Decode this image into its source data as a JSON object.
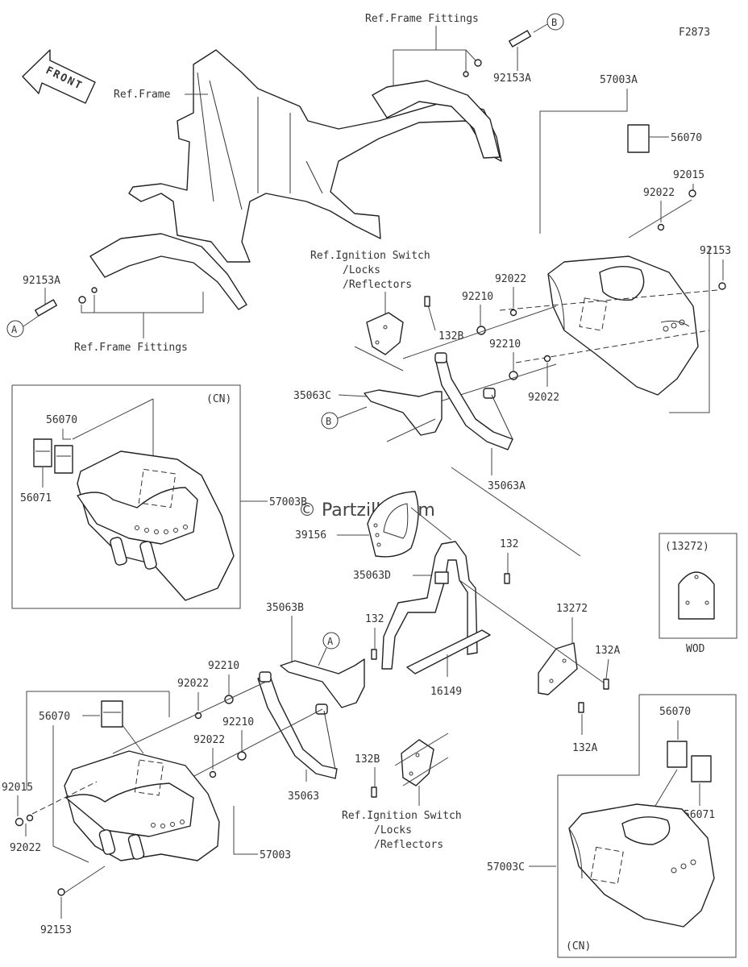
{
  "figure_id": "F2873",
  "front_label": "FRONT",
  "watermark": "© Partzilla.com",
  "ref_labels": {
    "frame_fittings_top": "Ref.Frame Fittings",
    "frame": "Ref.Frame",
    "frame_fittings_bottom": "Ref.Frame Fittings",
    "ignition_top_1": "Ref.Ignition Switch",
    "ignition_top_2": "/Locks",
    "ignition_top_3": "/Reflectors",
    "ignition_bottom_1": "Ref.Ignition Switch",
    "ignition_bottom_2": "/Locks",
    "ignition_bottom_3": "/Reflectors"
  },
  "circle_markers": {
    "a": "A",
    "b": "B"
  },
  "cn_label": "(CN)",
  "wod_box": {
    "code": "(13272)",
    "label": "WOD"
  },
  "parts": {
    "p92153A_top": "92153A",
    "p92153A_left": "92153A",
    "p57003A": "57003A",
    "p56070_top": "56070",
    "p92015_top": "92015",
    "p92022_top": "92022",
    "p92153_top": "92153",
    "p92022_mid1": "92022",
    "p92210_mid1": "92210",
    "p132B_top": "132B",
    "p92210_mid2": "92210",
    "p92022_mid2": "92022",
    "p35063C": "35063C",
    "p35063A": "35063A",
    "p56070_cn": "56070",
    "p56071_cn": "56071",
    "p57003B": "57003B",
    "p39156": "39156",
    "p35063D": "35063D",
    "p132_top": "132",
    "p13272": "13272",
    "p132A_1": "132A",
    "p132A_2": "132A",
    "p132_mid": "132",
    "p16149": "16149",
    "p35063B": "35063B",
    "p92210_bot1": "92210",
    "p92022_bot1": "92022",
    "p56070_bot": "56070",
    "p92210_bot2": "92210",
    "p92022_bot2": "92022",
    "p92015_bot": "92015",
    "p92022_bot3": "92022",
    "p35063": "35063",
    "p132B_bot": "132B",
    "p57003": "57003",
    "p92153_bot": "92153",
    "p56070_cn2": "56070",
    "p56071_cn2": "56071",
    "p57003C": "57003C"
  }
}
